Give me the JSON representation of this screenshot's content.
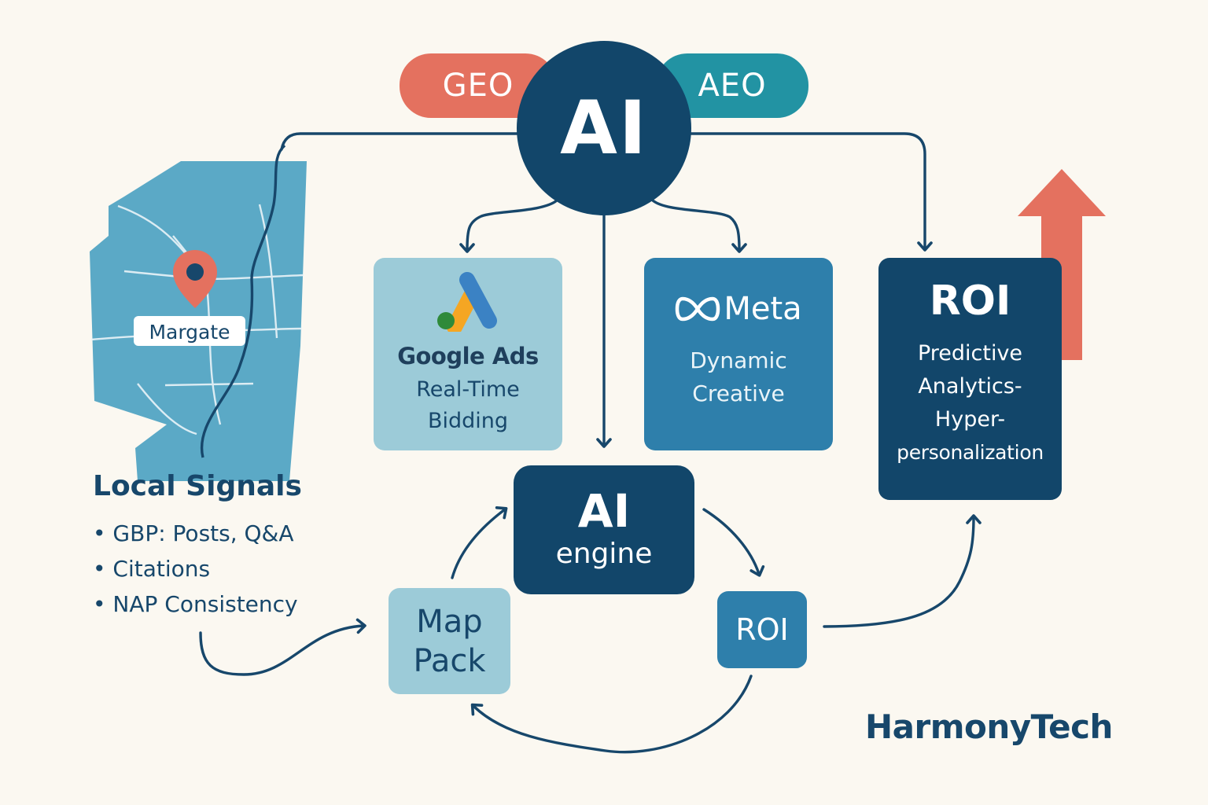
{
  "hub": {
    "ai_label": "AI",
    "geo_label": "GEO",
    "aeo_label": "AEO"
  },
  "map": {
    "city_label": "Margate"
  },
  "local_signals": {
    "title": "Local Signals",
    "items": [
      "GBP: Posts, Q&A",
      "Citations",
      "NAP Consistency"
    ]
  },
  "google_card": {
    "brand": "Google Ads",
    "line1": "Real-Time",
    "line2": "Bidding"
  },
  "meta_card": {
    "brand": "Meta",
    "line1": "Dynamic",
    "line2": "Creative"
  },
  "roi_card": {
    "title": "ROI",
    "line1": "Predictive",
    "line2": "Analytics-",
    "line3": "Hyper-",
    "line4": "personalization"
  },
  "engine": {
    "line1": "AI",
    "line2": "engine"
  },
  "map_pack": {
    "line1": "Map",
    "line2": "Pack"
  },
  "roi_small": {
    "label": "ROI"
  },
  "brand": {
    "name": "HarmonyTech"
  },
  "colors": {
    "navy": "#12466a",
    "light_blue": "#9ccbd8",
    "mid_blue": "#2e7fab",
    "coral": "#e4715f",
    "teal": "#2293a3",
    "map_blue": "#5ba9c6"
  }
}
